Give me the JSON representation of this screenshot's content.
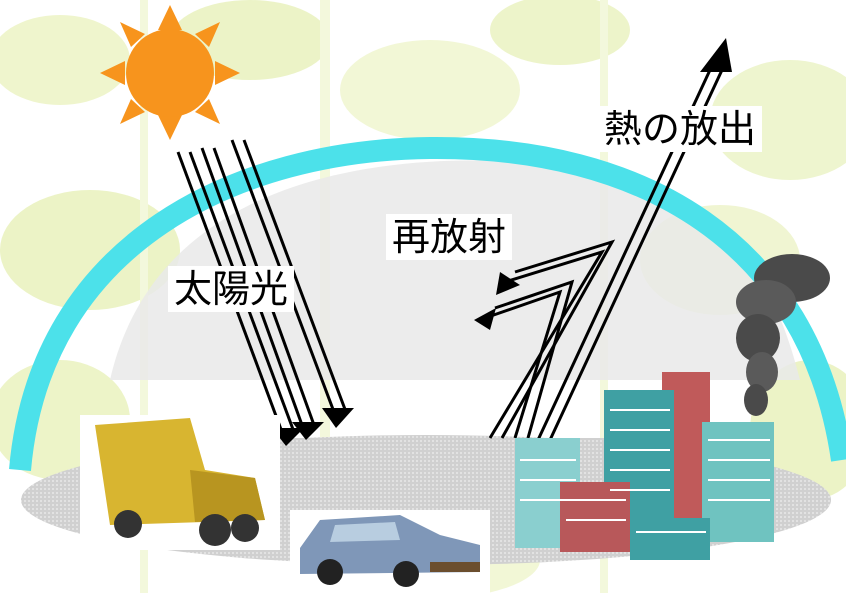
{
  "labels": {
    "sunlight": "太陽光",
    "reradiation": "再放射",
    "heat_release": "熱の放出"
  },
  "icons": [
    "sun-icon",
    "truck-icon",
    "car-icon",
    "factory-buildings-icon",
    "smoke-cloud-icon"
  ],
  "colors": {
    "sun": "#f7941d",
    "atmosphere_arc": "#4ce1ea",
    "ground": "#cfcfcf",
    "leaf_background": "#e6f0b0",
    "truck": "#d8b530",
    "car": "#7f97b8",
    "buildings_teal": "#4aa4a4",
    "buildings_red": "#c06060"
  }
}
